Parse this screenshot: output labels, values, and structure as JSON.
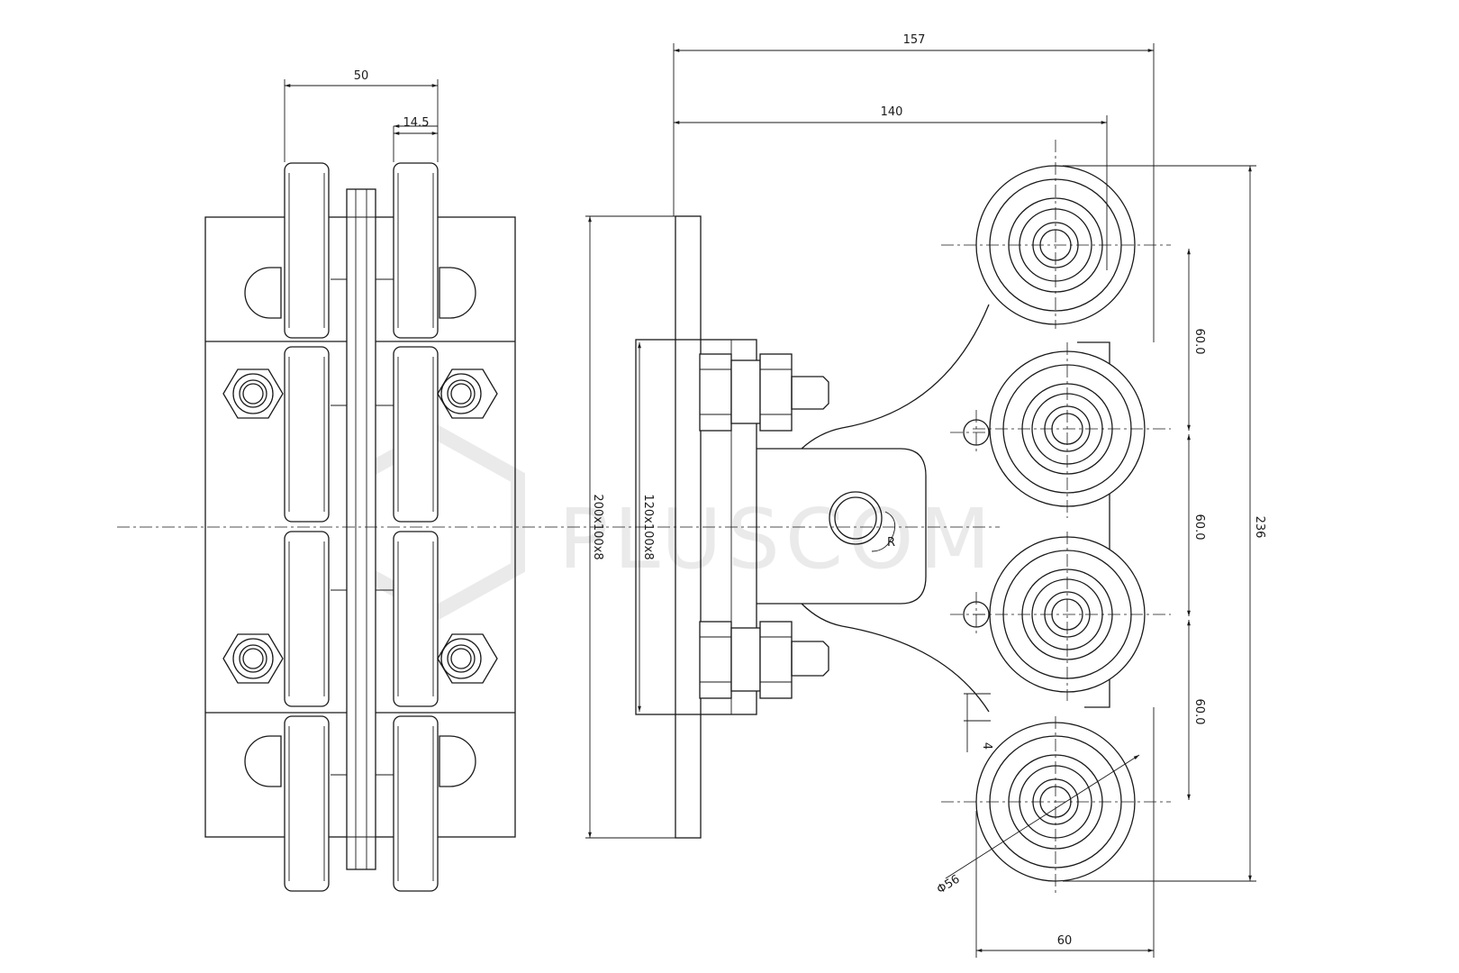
{
  "dimensions": {
    "overall_width": "157",
    "centers_span": "140",
    "side_width": "50",
    "wheel_width": "14.5",
    "overall_height": "236",
    "spacing_1": "60.0",
    "spacing_2": "60.0",
    "spacing_3": "60.0",
    "gap": "4",
    "wheel_diameter": "Φ56",
    "bottom_width": "60"
  },
  "plates": {
    "outer_plate": "200x100x8",
    "inner_plate": "120x100x8"
  },
  "watermark": {
    "brand": "PLUSCOM"
  }
}
